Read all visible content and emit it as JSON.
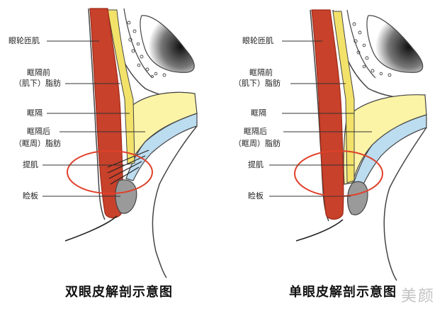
{
  "left_panel": {
    "labels": {
      "orbicularis": "眼轮匝肌",
      "preseptal_fat_1": "眶隔前",
      "preseptal_fat_2": "（肌下）脂肪",
      "septum": "眶隔",
      "postseptal_fat_1": "眶隔后",
      "postseptal_fat_2": "（眶周）脂肪",
      "levator": "提肌",
      "tarsus": "睑板"
    },
    "caption": "双眼皮解剖示意图"
  },
  "right_panel": {
    "labels": {
      "orbicularis": "眼轮匝肌",
      "preseptal_fat_1": "眶隔前",
      "preseptal_fat_2": "（肌下）脂肪",
      "septum": "眶隔",
      "postseptal_fat_1": "眶隔后",
      "postseptal_fat_2": "（眶周）脂肪",
      "levator": "提肌",
      "tarsus": "睑板"
    },
    "caption": "单眼皮解剖示意图"
  },
  "watermark": "美颜",
  "colors": {
    "muscle": "#c8412b",
    "muscle_edge": "#9e2a18",
    "fat_yellow": "#fbf3a6",
    "septum_yellow": "#f2e26a",
    "levator_blue": "#bcdcef",
    "tarsus_gray": "#9a9a9a",
    "highlight_circle": "#e0402a",
    "outline": "#444444"
  }
}
